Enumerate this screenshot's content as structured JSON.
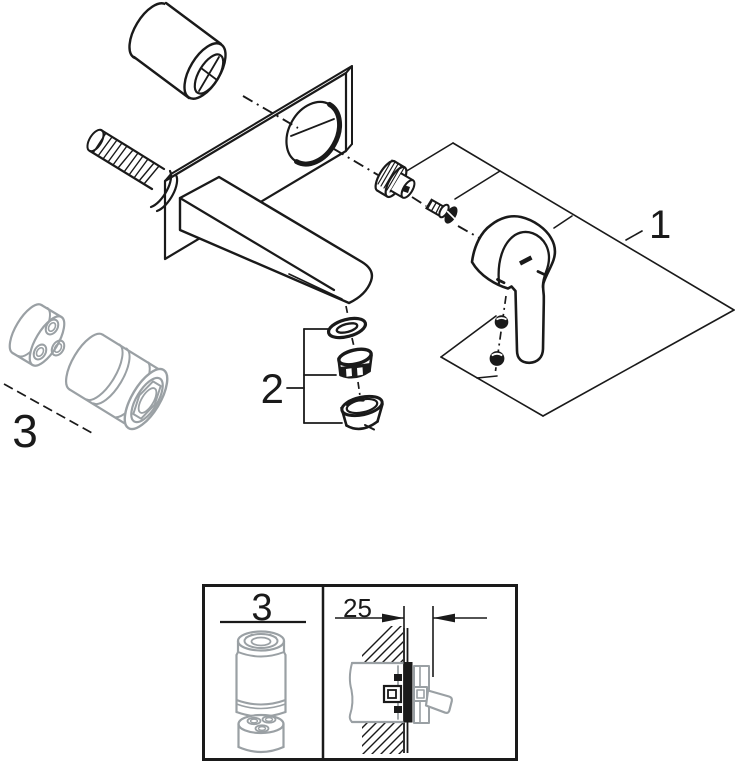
{
  "diagram": {
    "labels": {
      "part1": "1",
      "part2": "2",
      "part3": "3"
    },
    "inset": {
      "part_label": "3",
      "dimension": "25"
    },
    "colors": {
      "ink": "#1a1a1a",
      "muted_gray": "#9aa0a4",
      "background": "#ffffff"
    }
  }
}
